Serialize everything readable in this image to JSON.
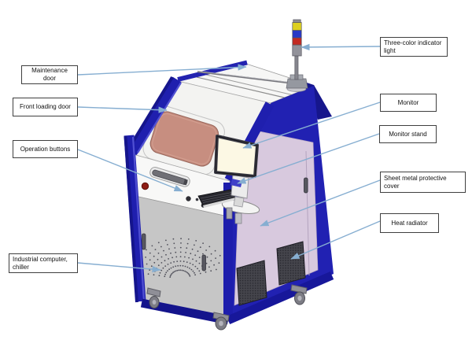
{
  "labels": {
    "maintenance_door": "Maintenance door",
    "front_loading_door": "Front loading door",
    "operation_buttons": "Operation buttons",
    "industrial_computer": "Industrial computer, chiller",
    "indicator_light": "Three-color indicator light",
    "monitor": "Monitor",
    "monitor_stand": "Monitor stand",
    "sheet_metal_cover": "Sheet metal protective cover",
    "heat_radiator": "Heat radiator"
  },
  "colors": {
    "frame_blue": "#2121b2",
    "frame_blue_dark": "#16168c",
    "panel_lavender": "#d8c9de",
    "window_salmon": "#c78e80",
    "door_gray": "#c6c6c6",
    "arrow_blue": "#86aed1",
    "light_yellow": "#ddd021",
    "light_blue_segment": "#2838c6",
    "light_red": "#c22a22"
  }
}
